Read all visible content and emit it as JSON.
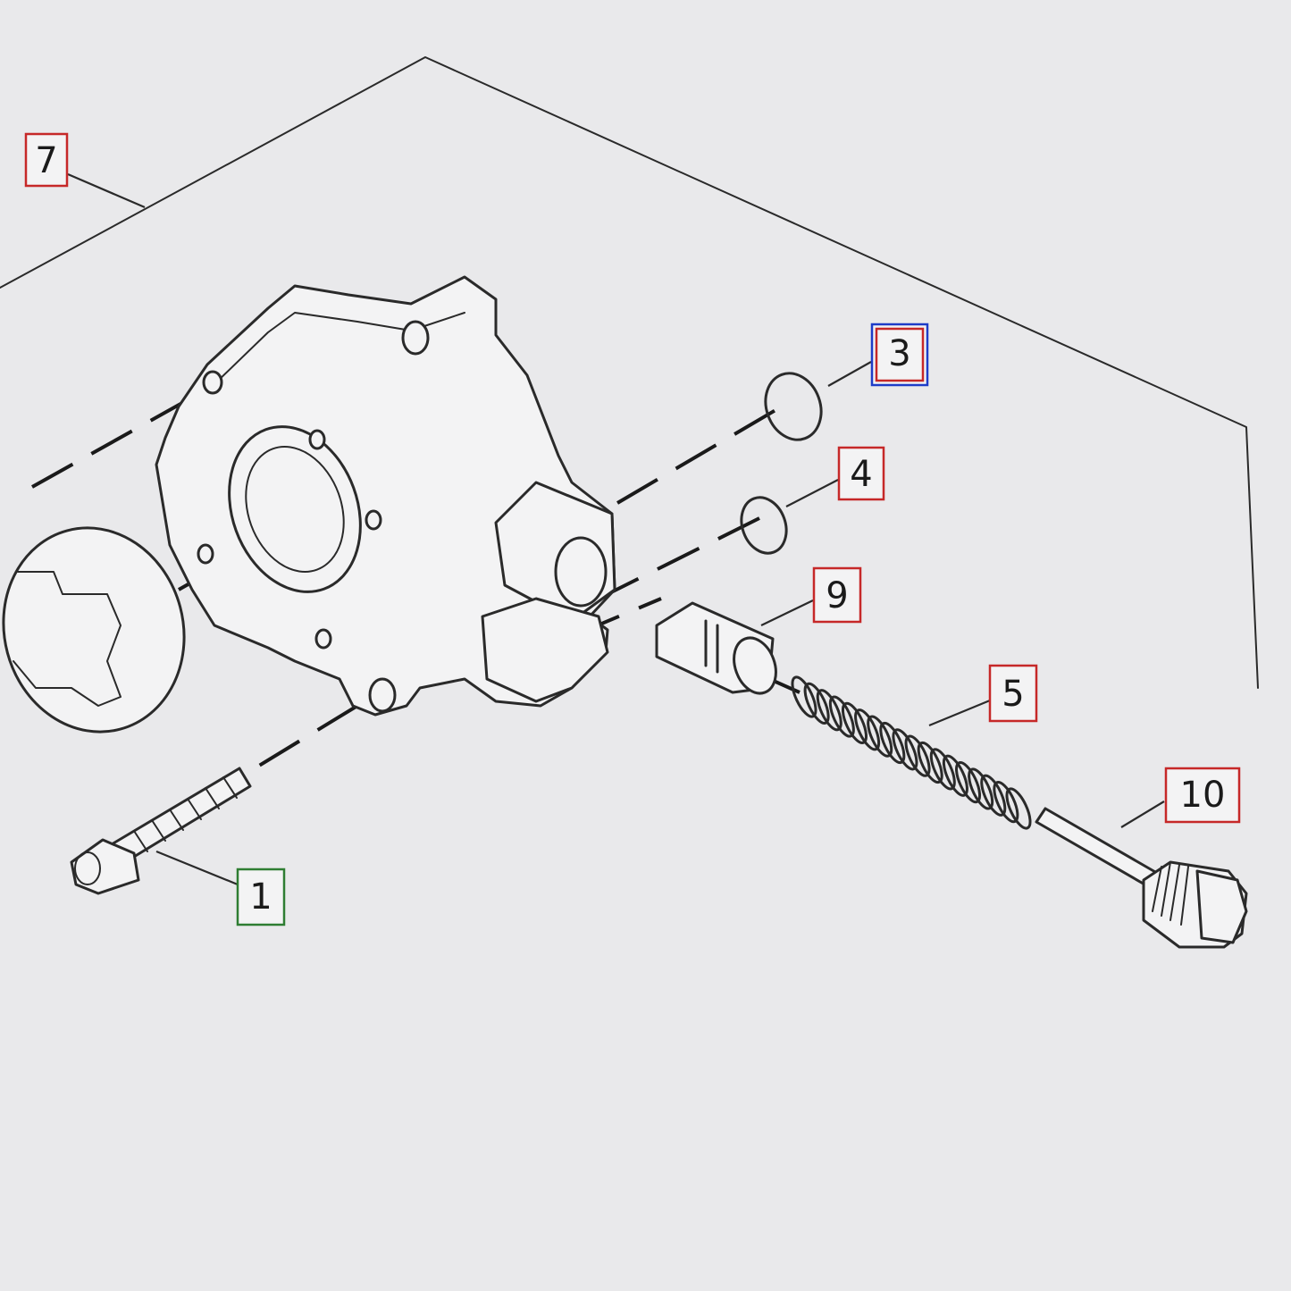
{
  "diagram": {
    "callouts": [
      {
        "id": "7",
        "label": "7",
        "border_color": "#c62828"
      },
      {
        "id": "3",
        "label": "3",
        "border_color": "#c62828",
        "outer_border_color": "#1e3cc8"
      },
      {
        "id": "4",
        "label": "4",
        "border_color": "#c62828"
      },
      {
        "id": "9",
        "label": "9",
        "border_color": "#c62828"
      },
      {
        "id": "5",
        "label": "5",
        "border_color": "#c62828"
      },
      {
        "id": "10",
        "label": "10",
        "border_color": "#c62828"
      },
      {
        "id": "1",
        "label": "1",
        "border_color": "#2e7d32"
      }
    ],
    "parts": [
      {
        "callout": "7",
        "icon": "pump-housing-icon"
      },
      {
        "callout": "3",
        "icon": "o-ring-icon"
      },
      {
        "callout": "4",
        "icon": "o-ring-icon"
      },
      {
        "callout": "9",
        "icon": "relief-piston-icon"
      },
      {
        "callout": "5",
        "icon": "spring-icon"
      },
      {
        "callout": "10",
        "icon": "plug-bolt-icon"
      },
      {
        "callout": "1",
        "icon": "socket-screw-icon"
      }
    ]
  }
}
